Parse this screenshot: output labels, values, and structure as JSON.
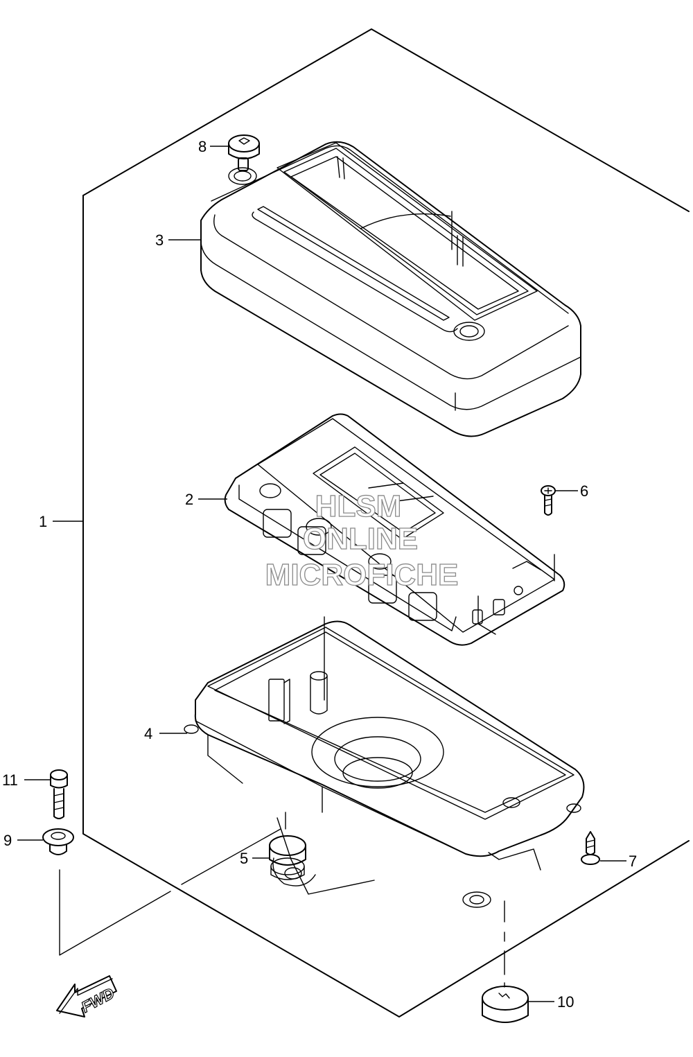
{
  "callouts": [
    {
      "id": "1",
      "label": "1"
    },
    {
      "id": "2",
      "label": "2"
    },
    {
      "id": "3",
      "label": "3"
    },
    {
      "id": "4",
      "label": "4"
    },
    {
      "id": "5",
      "label": "5"
    },
    {
      "id": "6",
      "label": "6"
    },
    {
      "id": "7",
      "label": "7"
    },
    {
      "id": "8",
      "label": "8"
    },
    {
      "id": "9",
      "label": "9"
    },
    {
      "id": "10",
      "label": "10"
    },
    {
      "id": "11",
      "label": "11"
    }
  ],
  "watermark": {
    "line1": "HLSM",
    "line2": "ONLINE",
    "line3": "MICROFICHE"
  },
  "direction_arrow": {
    "label": "FWD"
  }
}
